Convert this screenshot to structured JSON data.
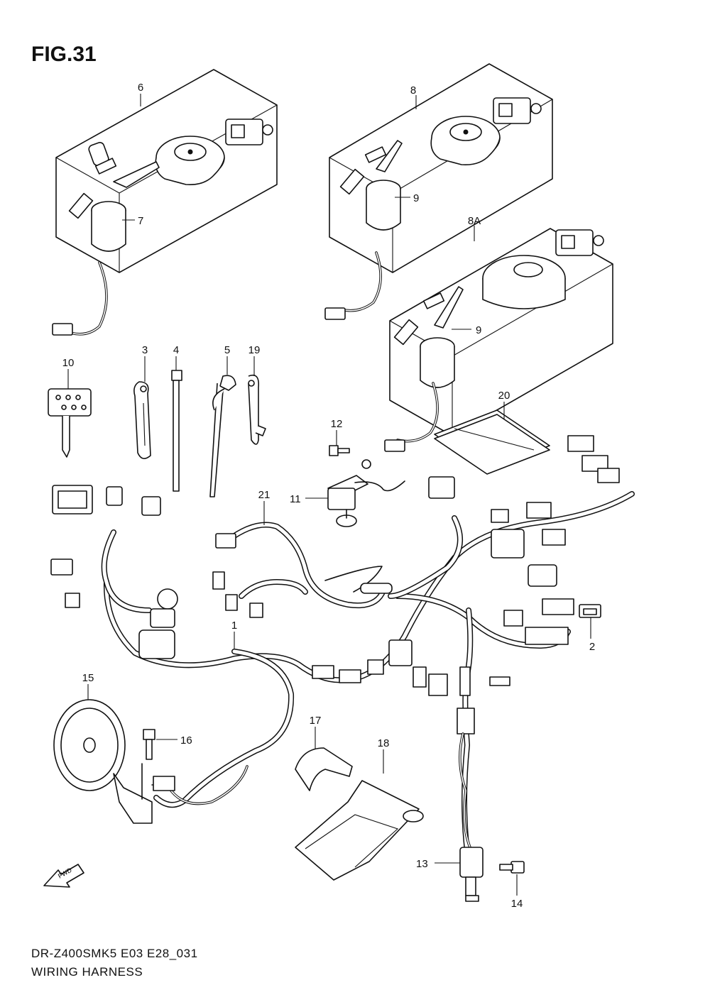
{
  "figure": {
    "title": "FIG.31",
    "model_code": "DR-Z400SMK5 E03 E28_031",
    "caption": "WIRING HARNESS",
    "fwd_label": "FWD"
  },
  "callouts": {
    "c1": "1",
    "c2": "2",
    "c3": "3",
    "c4": "4",
    "c5": "5",
    "c6": "6",
    "c7": "7",
    "c8": "8",
    "c8a": "8A",
    "c9a": "9",
    "c9b": "9",
    "c10": "10",
    "c11": "11",
    "c12": "12",
    "c13": "13",
    "c14": "14",
    "c15": "15",
    "c16": "16",
    "c17": "17",
    "c18": "18",
    "c19": "19",
    "c20": "20",
    "c21": "21"
  }
}
